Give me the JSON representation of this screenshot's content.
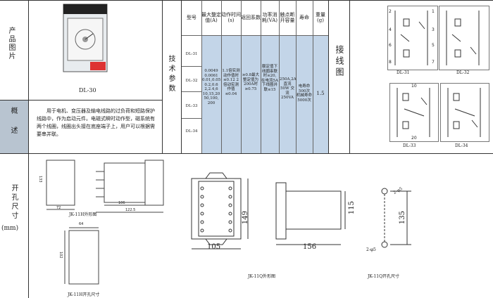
{
  "product_image": {
    "label": "产品图片",
    "model": "DL-30"
  },
  "overview": {
    "label": "概述",
    "text": "用于电机、变压器及输电线路的过负荷和短路保护线路中，作为启动元件。电磁式瞬时动作型，磁系统有两个线圈，线圈出头接在底座端子上，用户可以根据需要串并联。"
  },
  "tech_params": {
    "label": "技术参数",
    "headers": [
      "型号",
      "最大整定值(A)",
      "动作时间(s)",
      "返回系数",
      "功率消耗(VA)",
      "触点断开容量",
      "寿命",
      "重量(g)"
    ],
    "models": [
      "DL-31",
      "DL-32",
      "DL-33",
      "DL-34"
    ],
    "max_setting": "0.0049 0.0061 0.01,0.05 0.2,0.6 2,2.4,6 10,15,20 50,100, 200",
    "action_time": "1.1倍实测动作值时≤0.12 2倍动实测作值≤0.04",
    "return_coef": "≥0.8最大整定值为200A时≥0.75",
    "power": "额定值下线圈串联时≤20,在电流5A下线圈并联≤15",
    "contact": "250A,2A 直流 50W 交流 250VA",
    "life": "电寿命500次 机械寿命5000次",
    "weight": "1.5"
  },
  "wiring": {
    "label": "接线图",
    "diagrams": [
      "DL-31",
      "DL-32",
      "DL-33",
      "DL-34"
    ],
    "terminals": {
      "t2": "2",
      "t4": "4",
      "t6": "6",
      "t8": "8",
      "t1": "1",
      "t3": "3",
      "t5": "5",
      "t7": "7",
      "t10": "10",
      "t20": "20"
    }
  },
  "cutout": {
    "label": "开孔尺寸",
    "unit": "(mm)",
    "jk11h_caption": "JK-11H外形图",
    "jk11h_cut_caption": "JK-11H开孔尺寸",
    "jk11q_caption": "JK-11Q外形图",
    "jk11q_cut_caption": "JK-11Q开孔尺寸",
    "dims": {
      "d105": "105",
      "d149": "149",
      "d156": "156",
      "d115": "115",
      "d135": "135",
      "hole": "2-φ5",
      "s72": "72",
      "s122": "122.5",
      "s106": "106",
      "s133": "133",
      "s64": "64",
      "s102": "102"
    }
  },
  "colors": {
    "accent": "#c3d5e8",
    "line": "#333333"
  }
}
